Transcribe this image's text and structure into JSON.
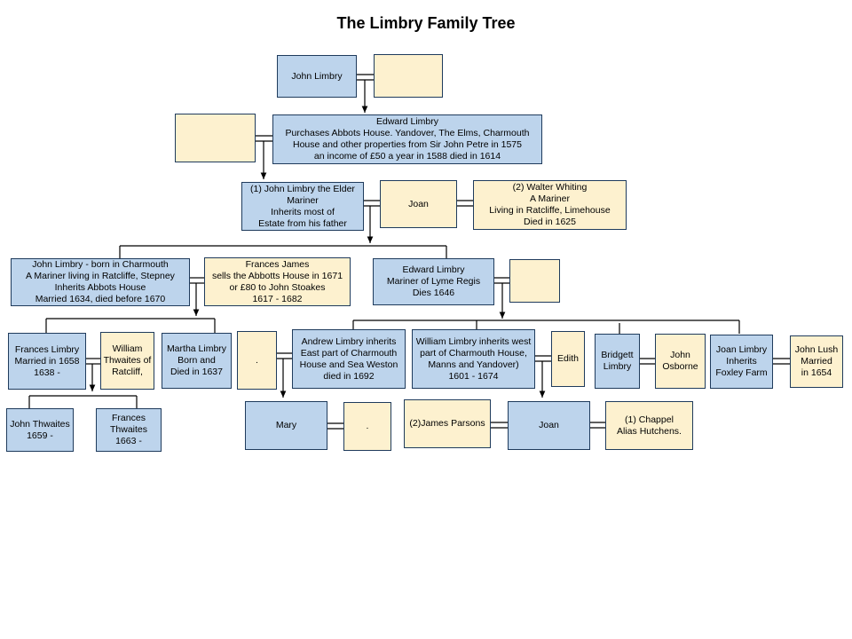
{
  "title": "The Limbry Family Tree",
  "colors": {
    "male_fill": "#bdd4ec",
    "female_fill": "#fdf1cf",
    "border": "#1f3b5c",
    "line": "#000000"
  },
  "people": {
    "john_limbry": "John Limbry",
    "john_limbry_spouse": "",
    "edward_limbry_sr_spouse": "",
    "edward_limbry_sr": "Edward Limbry\nPurchases Abbots House. Yandover, The Elms,  Charmouth\nHouse and other properties from Sir John Petre in  1575\nan income of £50 a year in   1588 died in 1614",
    "john_limbry_elder": "(1) John Limbry the Elder\nMariner\nInherits most of\nEstate from his father",
    "joan_sr": "Joan",
    "walter_whiting": "(2) Walter Whiting\nA Mariner\nLiving in Ratcliffe, Limehouse\nDied  in 1625",
    "john_limbry_charmouth": "John Limbry -  born in  Charmouth\nA Mariner  living  in Ratcliffe, Stepney\nInherits Abbots House\nMarried 1634, died before 1670",
    "frances_james": "Frances James\nsells the Abbotts House in 1671\nor £80 to John Stoakes\n1617 - 1682",
    "edward_limbry_lyme": "Edward Limbry\nMariner of Lyme Regis\nDies 1646",
    "edward_limbry_lyme_spouse": "",
    "frances_limbry": "Frances Limbry\nMarried in 1658\n1638 -",
    "william_thwaites": "William\nThwaites of\nRatcliff,",
    "martha_limbry": "Martha Limbry\nBorn and\nDied  in 1637",
    "andrew_spouse": ".",
    "andrew_limbry": "Andrew Limbry inherits\nEast part of Charmouth\nHouse and Sea Weston\ndied in 1692",
    "william_limbry": "William  Limbry inherits west\npart of Charmouth House,\nManns and Yandover)\n1601 - 1674",
    "edith": "Edith",
    "bridgett_limbry": "Bridgett\nLimbry",
    "john_osborne": "John\nOsborne",
    "joan_limbry_foxley": "Joan Limbry\nInherits\nFoxley Farm",
    "john_lush": "John Lush\nMarried\nin 1654",
    "john_thwaites": "John Thwaites\n1659 -",
    "frances_thwaites": "Frances\nThwaites\n1663 -",
    "mary": "Mary",
    "mary_spouse": ".",
    "james_parsons": "(2)James Parsons",
    "joan_jr": "Joan",
    "chappel_hutchens": "(1) Chappel\nAlias Hutchens."
  }
}
